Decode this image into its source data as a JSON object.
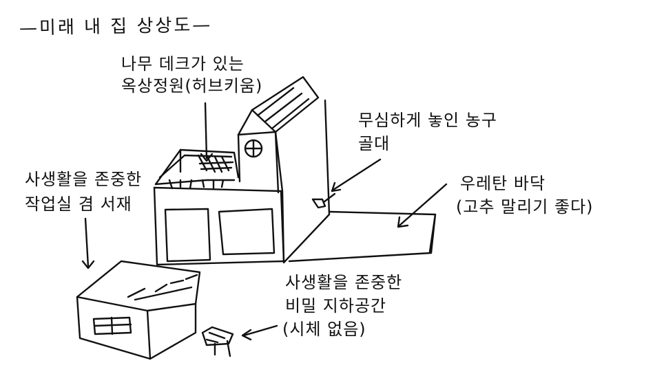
{
  "title": "—미래 내 집 상상도—",
  "labels": {
    "rooftop_line1": "나무 데크가 있는",
    "rooftop_line2": "옥상정원(허브키움)",
    "hoe_line1": "무심하게 놓인 농구",
    "hoe_line2": "골대",
    "floor_line1": "우레탄 바닥",
    "floor_line2": "(고추 말리기 좋다)",
    "study_line1": "사생활을 존중한",
    "study_line2": "작업실 겸 서재",
    "basement_line1": "사생활을 존중한",
    "basement_line2": "비밀 지하공간",
    "basement_line3": "(시체 없음)"
  },
  "colors": {
    "ink": "#111111",
    "background": "#ffffff"
  }
}
